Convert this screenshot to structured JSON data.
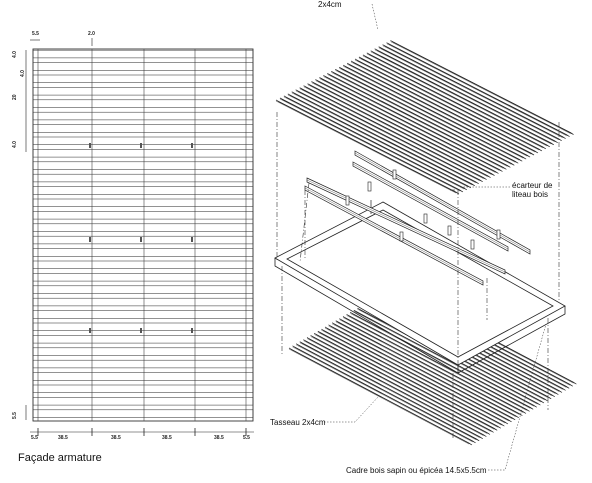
{
  "elevation": {
    "title": "Façade armature",
    "top_dims": [
      "5.5",
      "2.0"
    ],
    "left_dims": [
      "4.0",
      "4.0",
      "20",
      "4.0",
      "5.5"
    ],
    "bottom_dims": [
      "5.5",
      "38.5",
      "38.5",
      "38.5",
      "38.5",
      "5.5"
    ]
  },
  "exploded": {
    "label_top": "2x4cm",
    "label_spacer": "écarteur de\nliteau bois",
    "label_cleat": "Tasseau 2x4cm",
    "label_frame": "Cadre bois sapin ou épicéa 14.5x5.5cm"
  }
}
